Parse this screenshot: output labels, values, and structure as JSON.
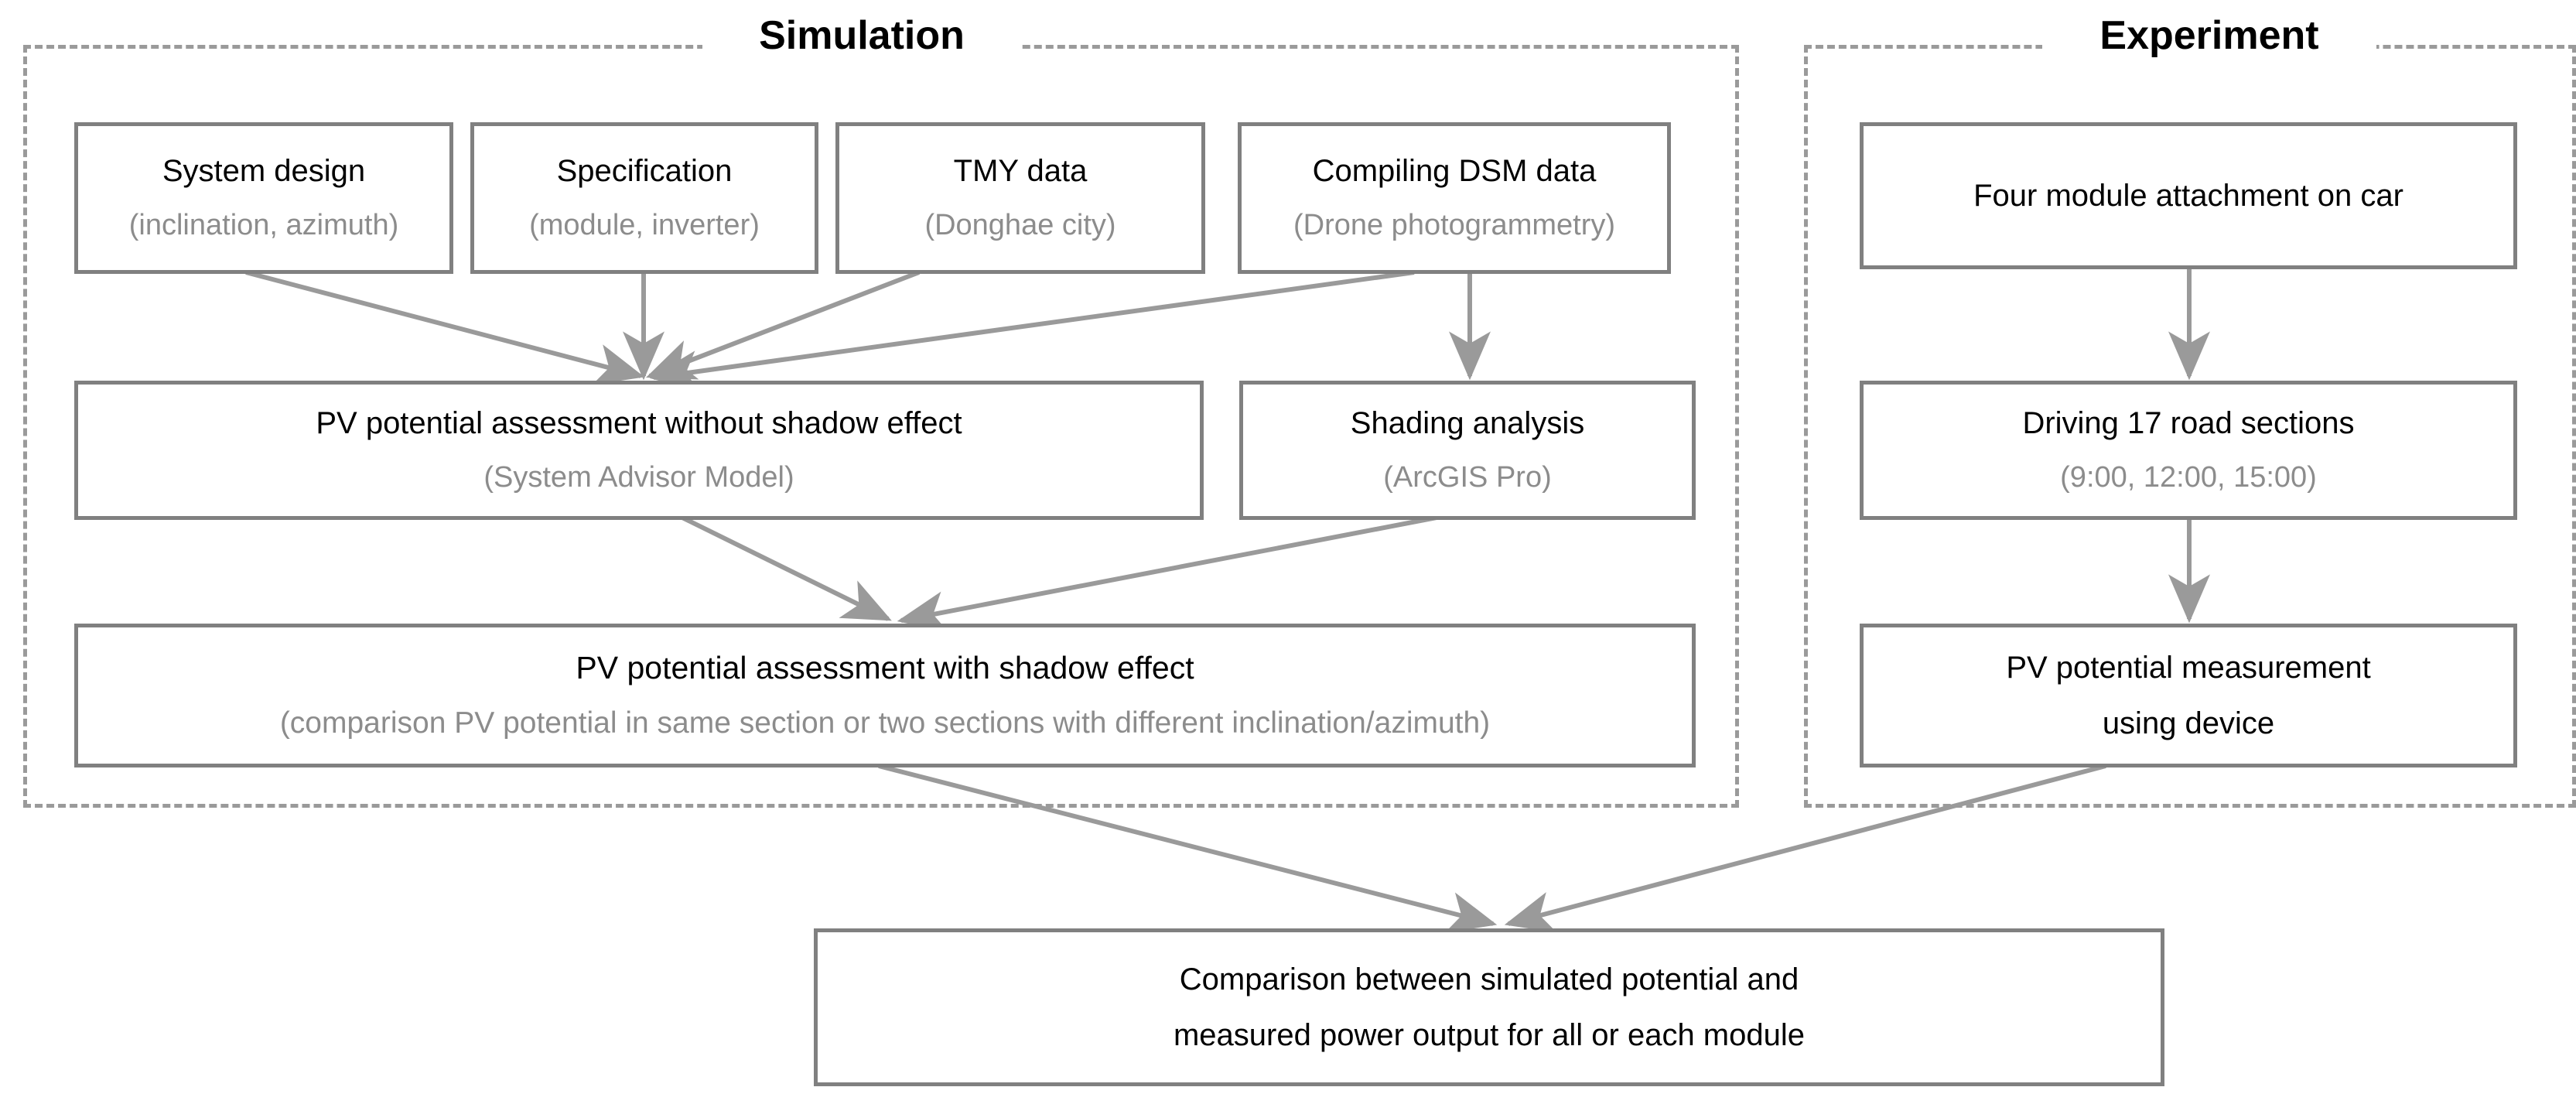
{
  "figure": {
    "type": "flowchart",
    "orientation": "top-to-bottom",
    "accent_line_color": "#9a9a9a",
    "box_border_color": "#808080",
    "primary_text_color": "#000000",
    "secondary_text_color": "#8c8c8c"
  },
  "panels": [
    {
      "id": "simulation",
      "title": "Simulation"
    },
    {
      "id": "experiment",
      "title": "Experiment"
    }
  ],
  "nodes": {
    "system_design": {
      "main": "System design",
      "sub": "(inclination, azimuth)"
    },
    "specification": {
      "main": "Specification",
      "sub": "(module, inverter)"
    },
    "tmy_data": {
      "main": "TMY data",
      "sub": "(Donghae city)"
    },
    "compiling_dsm": {
      "main": "Compiling DSM data",
      "sub": "(Drone photogrammetry)"
    },
    "pv_without_shadow": {
      "main": "PV potential assessment without shadow effect",
      "sub": "(System Advisor Model)"
    },
    "shading_analysis": {
      "main": "Shading analysis",
      "sub": "(ArcGIS Pro)"
    },
    "pv_with_shadow": {
      "main": "PV potential assessment with shadow effect",
      "sub": "(comparison PV potential in same section or two sections with different inclination/azimuth)"
    },
    "four_module": {
      "main": "Four module attachment on car",
      "sub": ""
    },
    "driving_sections": {
      "main": "Driving 17 road sections",
      "sub": "(9:00, 12:00, 15:00)"
    },
    "pv_measurement": {
      "main": "PV potential measurement",
      "sub": "using device"
    },
    "final_comparison": {
      "main": "Comparison between simulated potential and",
      "sub": "measured power output for all or each module"
    }
  },
  "edges": [
    {
      "from": "system_design",
      "to": "pv_without_shadow"
    },
    {
      "from": "specification",
      "to": "pv_without_shadow"
    },
    {
      "from": "tmy_data",
      "to": "pv_without_shadow"
    },
    {
      "from": "compiling_dsm",
      "to": "pv_without_shadow"
    },
    {
      "from": "compiling_dsm",
      "to": "shading_analysis"
    },
    {
      "from": "pv_without_shadow",
      "to": "pv_with_shadow"
    },
    {
      "from": "shading_analysis",
      "to": "pv_with_shadow"
    },
    {
      "from": "four_module",
      "to": "driving_sections"
    },
    {
      "from": "driving_sections",
      "to": "pv_measurement"
    },
    {
      "from": "pv_with_shadow",
      "to": "final_comparison"
    },
    {
      "from": "pv_measurement",
      "to": "final_comparison"
    }
  ]
}
